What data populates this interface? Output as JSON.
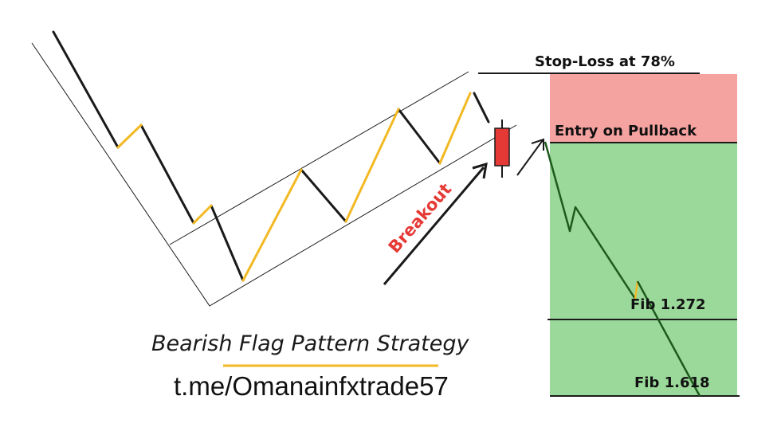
{
  "labels": {
    "stop_loss": "Stop-Loss at 78%",
    "entry": "Entry on Pullback",
    "fib_1272": "Fib 1.272",
    "fib_1618": "Fib 1.618",
    "breakout": "Breakout"
  },
  "title": "Bearish Flag Pattern Strategy",
  "link": "t.me/Omanainfxtrade57",
  "colors": {
    "stop_zone": "#f5a3a0",
    "target_zone": "#9bd99a",
    "bullish_leg": "#f2b924",
    "bearish_leg": "#1a1a1a",
    "candle": "#e53935",
    "breakout_text": "#e53935",
    "down_move": "#1e5a1e",
    "title_underline": "#f2b924"
  }
}
